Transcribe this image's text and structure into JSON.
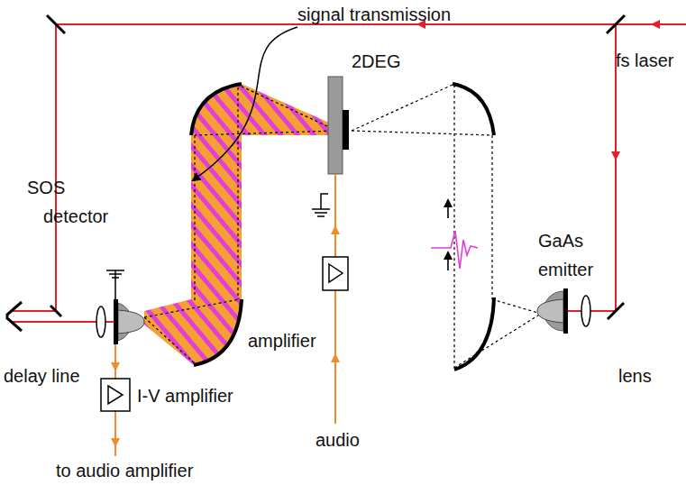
{
  "diagram": {
    "labels": [
      "signal transmission",
      "2DEG",
      "fs laser",
      "SOS",
      "detector",
      "amplifier",
      "GaAs",
      "emitter",
      "lens",
      "delay line",
      "I-V amplifier",
      "audio",
      "to audio amplifier"
    ]
  }
}
